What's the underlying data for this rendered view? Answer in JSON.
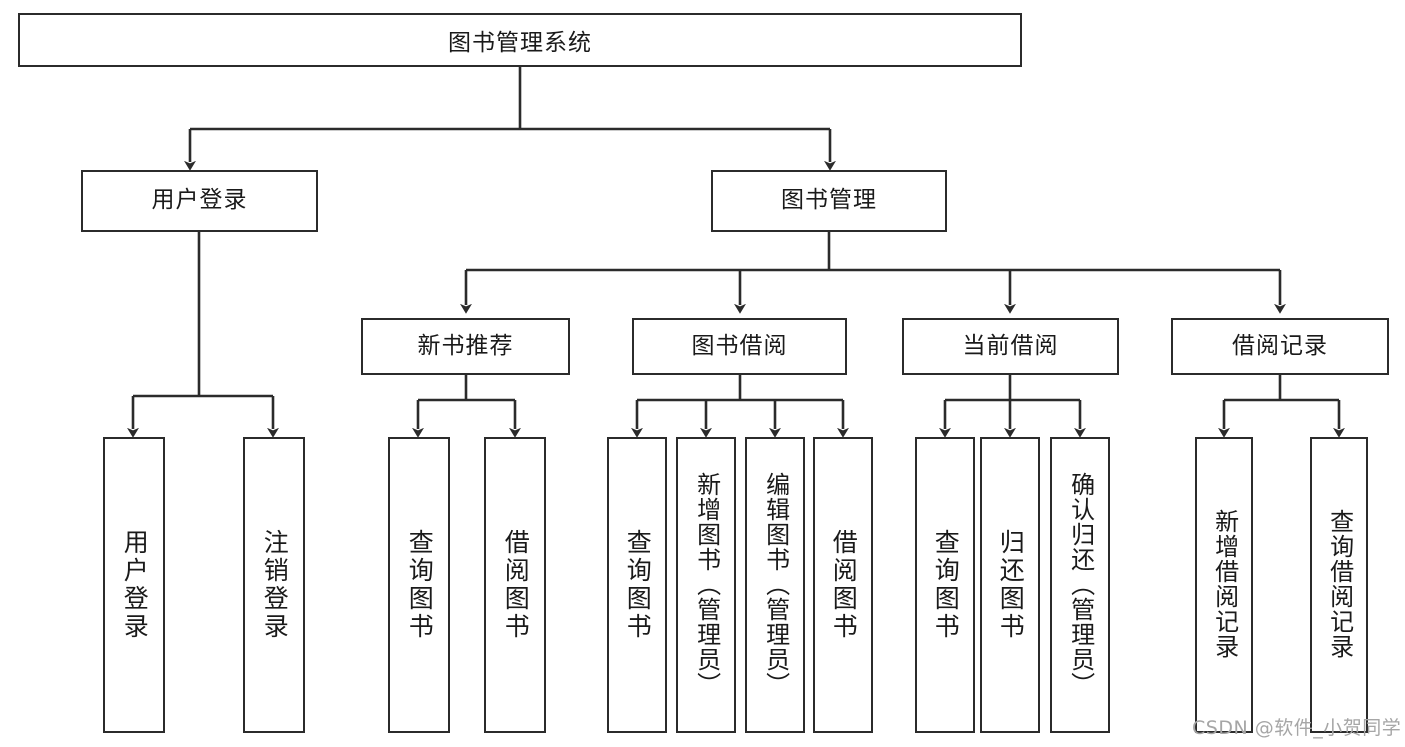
{
  "diagram": {
    "type": "tree-hierarchy-diagram",
    "title": "图书管理系统",
    "orientation": "top-down",
    "box_border_color": "#2b2b2b",
    "box_fill_color": "#ffffff",
    "connector_color": "#2b2b2b",
    "background_color": "#ffffff"
  },
  "nodes": {
    "root": {
      "label": "图书管理系统",
      "level": 1
    },
    "level2": [
      {
        "id": "user-login",
        "label": "用户登录"
      },
      {
        "id": "book-management",
        "label": "图书管理"
      }
    ],
    "level3": [
      {
        "id": "new-book-recommend",
        "label": "新书推荐"
      },
      {
        "id": "book-borrow",
        "label": "图书借阅"
      },
      {
        "id": "current-borrow",
        "label": "当前借阅"
      },
      {
        "id": "borrow-record",
        "label": "借阅记录"
      }
    ],
    "leaves": [
      {
        "id": "leaf-user-login",
        "label": "用户登录",
        "parent": "user-login"
      },
      {
        "id": "leaf-logout-login",
        "label": "注销登录",
        "parent": "user-login"
      },
      {
        "id": "leaf-query-book-1",
        "label": "查询图书",
        "parent": "new-book-recommend"
      },
      {
        "id": "leaf-borrow-book-1",
        "label": "借阅图书",
        "parent": "new-book-recommend"
      },
      {
        "id": "leaf-query-book-2",
        "label": "查询图书",
        "parent": "book-borrow"
      },
      {
        "id": "leaf-add-book",
        "label": "新增图书（管理员）",
        "parent": "book-borrow"
      },
      {
        "id": "leaf-edit-book",
        "label": "编辑图书（管理员）",
        "parent": "book-borrow"
      },
      {
        "id": "leaf-borrow-book-2",
        "label": "借阅图书",
        "parent": "book-borrow"
      },
      {
        "id": "leaf-query-book-3",
        "label": "查询图书",
        "parent": "current-borrow"
      },
      {
        "id": "leaf-return-book",
        "label": "归还图书",
        "parent": "current-borrow"
      },
      {
        "id": "leaf-confirm-return",
        "label": "确认归还（管理员）",
        "parent": "current-borrow"
      },
      {
        "id": "leaf-add-record",
        "label": "新增借阅记录",
        "parent": "borrow-record"
      },
      {
        "id": "leaf-query-record",
        "label": "查询借阅记录",
        "parent": "borrow-record"
      }
    ]
  },
  "watermark": {
    "text": "CSDN @软件_小贺同学"
  }
}
